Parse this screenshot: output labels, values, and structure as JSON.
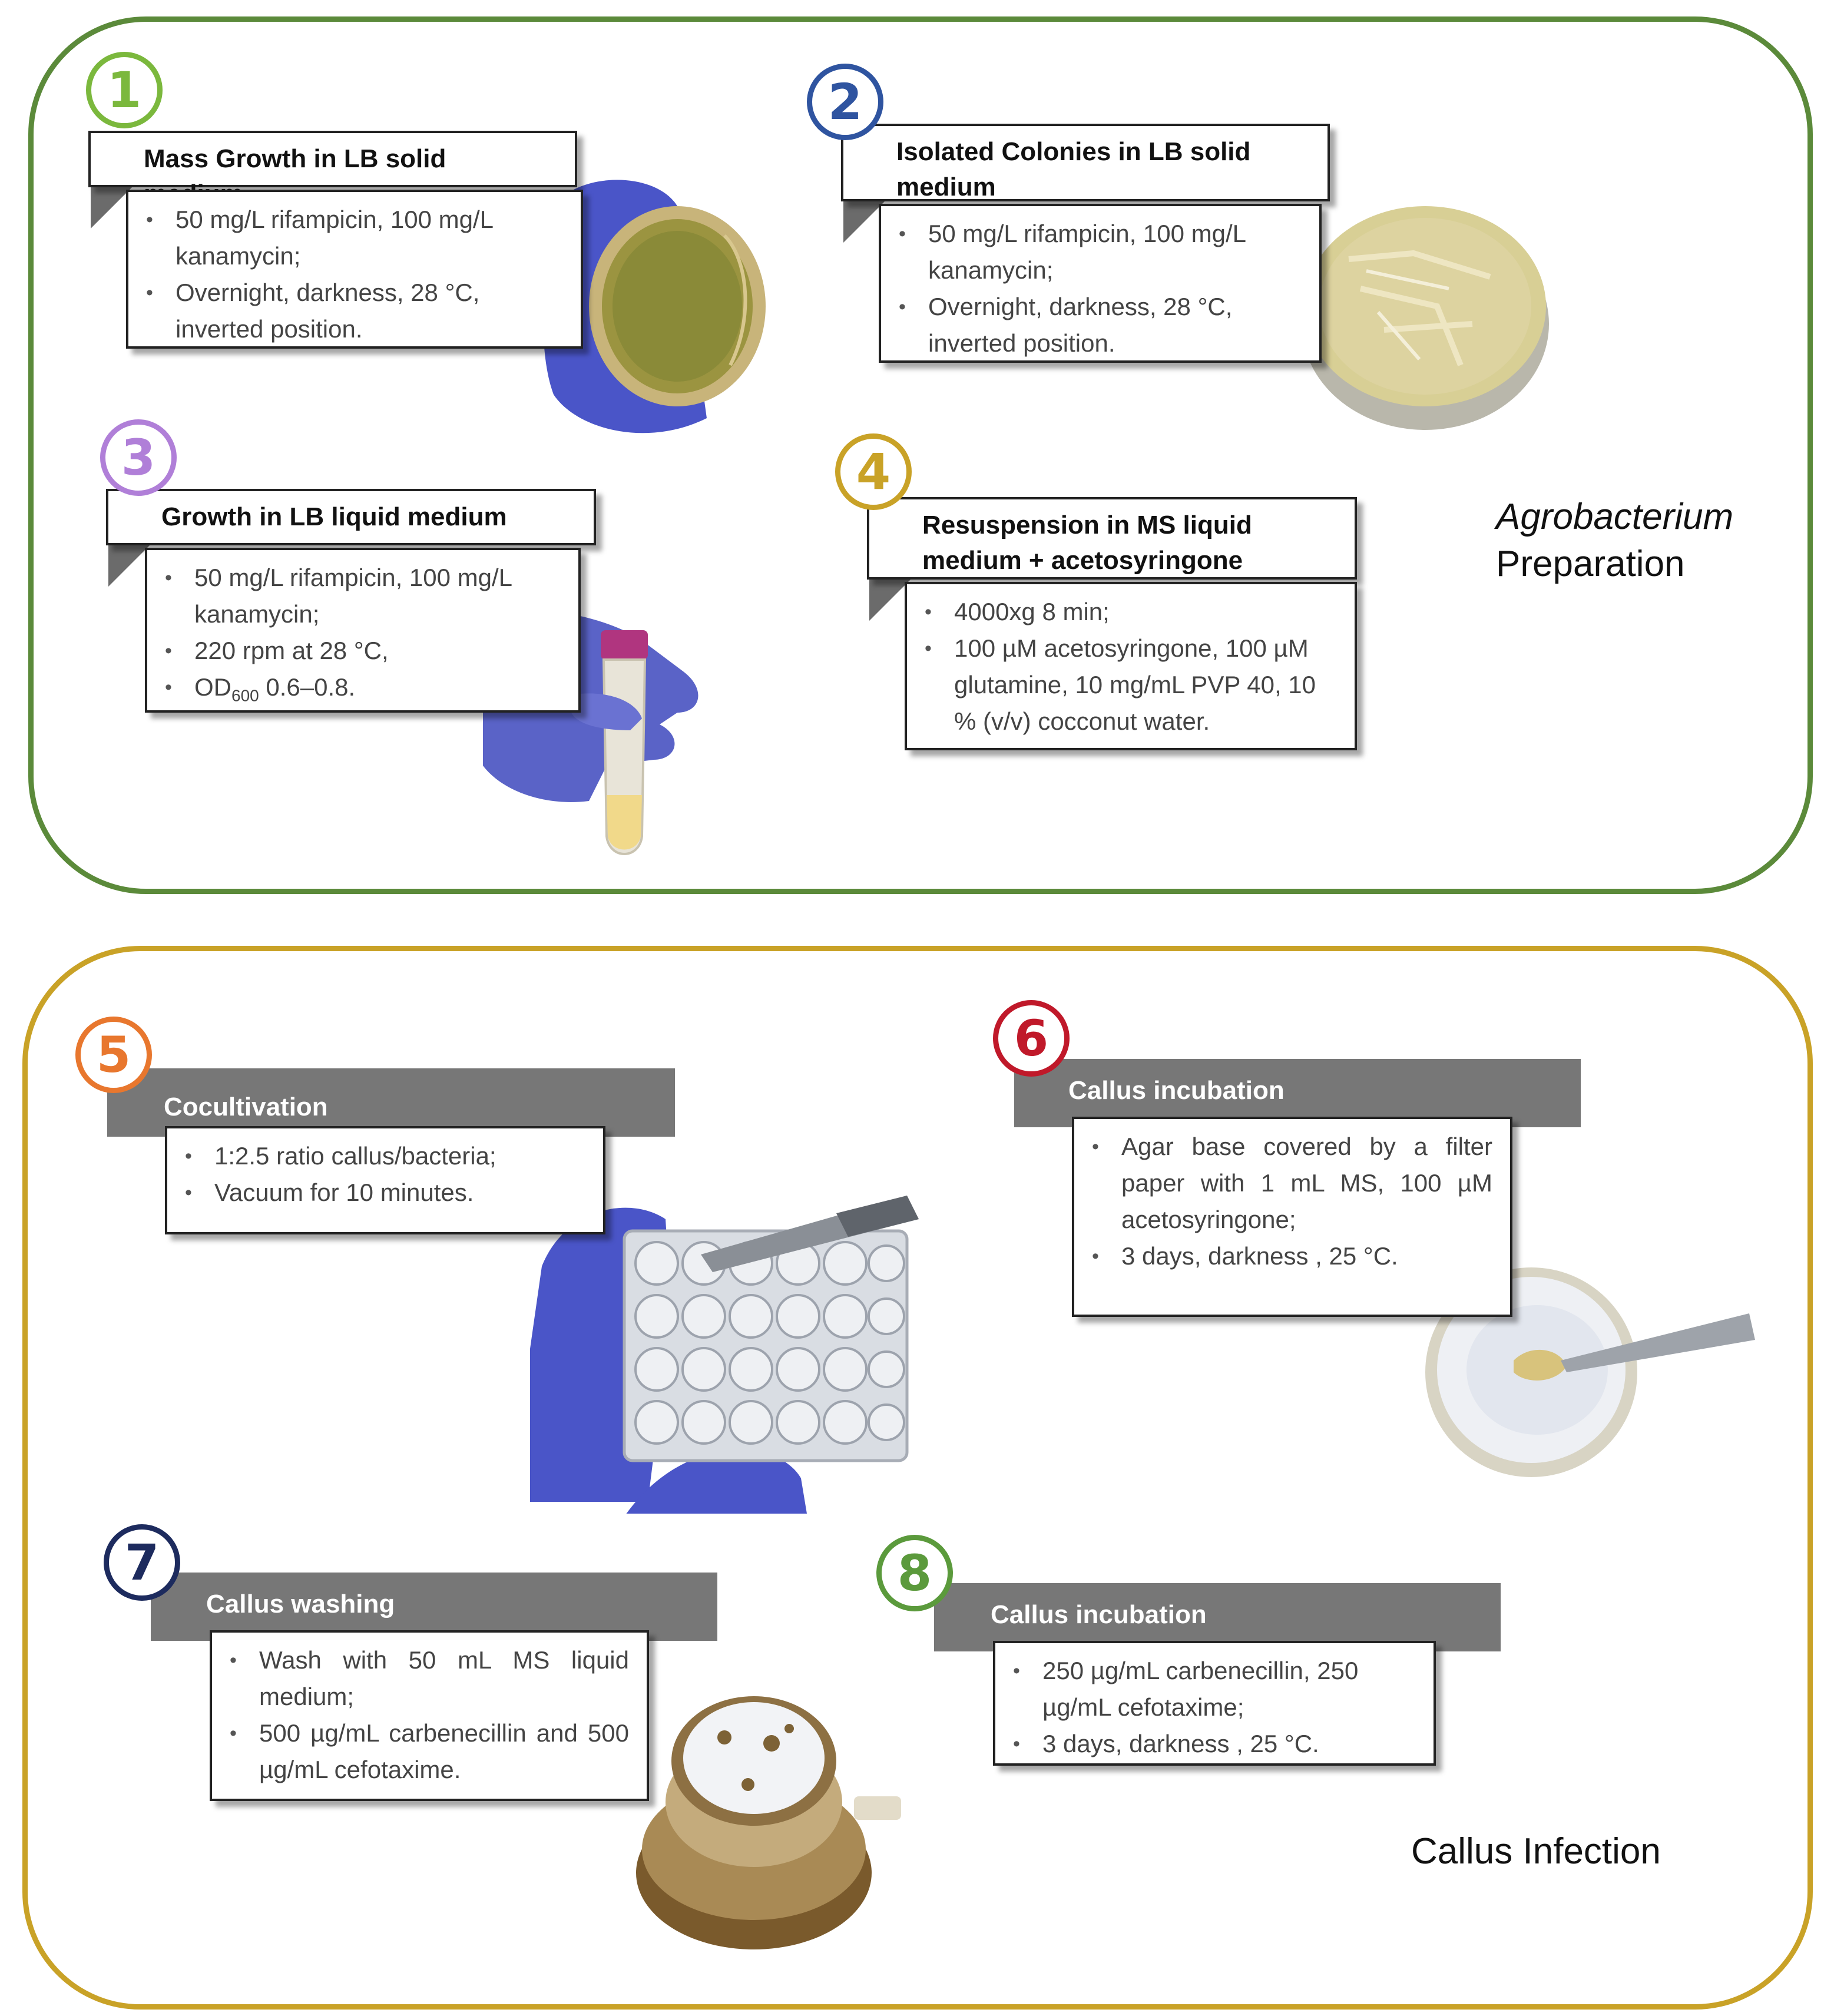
{
  "prep_panel": {
    "label_italic": "Agrobacterium",
    "label_plain": "Preparation",
    "border_color": "#5b8a3a"
  },
  "infection_panel": {
    "label": "Callus Infection",
    "border_color": "#c9a227"
  },
  "steps": [
    {
      "number": "1",
      "color": "#7bb83d",
      "title": "Mass Growth in LB solid medium",
      "bullets": [
        "50 mg/L rifampicin, 100 mg/L kanamycin;",
        "Overnight, darkness, 28 °C, inverted position."
      ]
    },
    {
      "number": "2",
      "color": "#2f54a0",
      "title": "Isolated Colonies in LB solid medium",
      "bullets": [
        "50 mg/L rifampicin, 100 mg/L kanamycin;",
        "Overnight, darkness, 28 °C, inverted position."
      ]
    },
    {
      "number": "3",
      "color": "#b07fd8",
      "title": "Growth in LB liquid medium",
      "bullets": [
        "50 mg/L rifampicin, 100 mg/L kanamycin;",
        "220 rpm at 28 °C,",
        "OD",
        "600",
        " 0.6–0.8."
      ]
    },
    {
      "number": "4",
      "color": "#c9a227",
      "title": "Resuspension in MS liquid medium + acetosyringone",
      "bullets": [
        "4000xg 8 min;",
        "100 µM acetosyringone, 100 µM glutamine, 10 mg/mL PVP 40, 10 % (v/v) cocconut water."
      ]
    },
    {
      "number": "5",
      "color": "#e8772e",
      "title": "Cocultivation",
      "bullets": [
        "1:2.5 ratio callus/bacteria;",
        "Vacuum for 10 minutes."
      ]
    },
    {
      "number": "6",
      "color": "#c0192a",
      "title": "Callus incubation",
      "bullets": [
        "Agar base covered by a filter paper with 1 mL MS, 100 µM acetosyringone;",
        "3 days, darkness , 25 °C."
      ]
    },
    {
      "number": "7",
      "color": "#1d2b5e",
      "title": "Callus washing",
      "bullets": [
        "Wash with 50 mL MS liquid medium;",
        "500 µg/mL carbenecillin and 500 µg/mL cefotaxime."
      ]
    },
    {
      "number": "8",
      "color": "#5b9a3c",
      "title": "Callus incubation",
      "bullets": [
        "250 µg/mL carbenecillin, 250 µg/mL cefotaxime;",
        "3 days, darkness , 25 °C."
      ]
    }
  ]
}
